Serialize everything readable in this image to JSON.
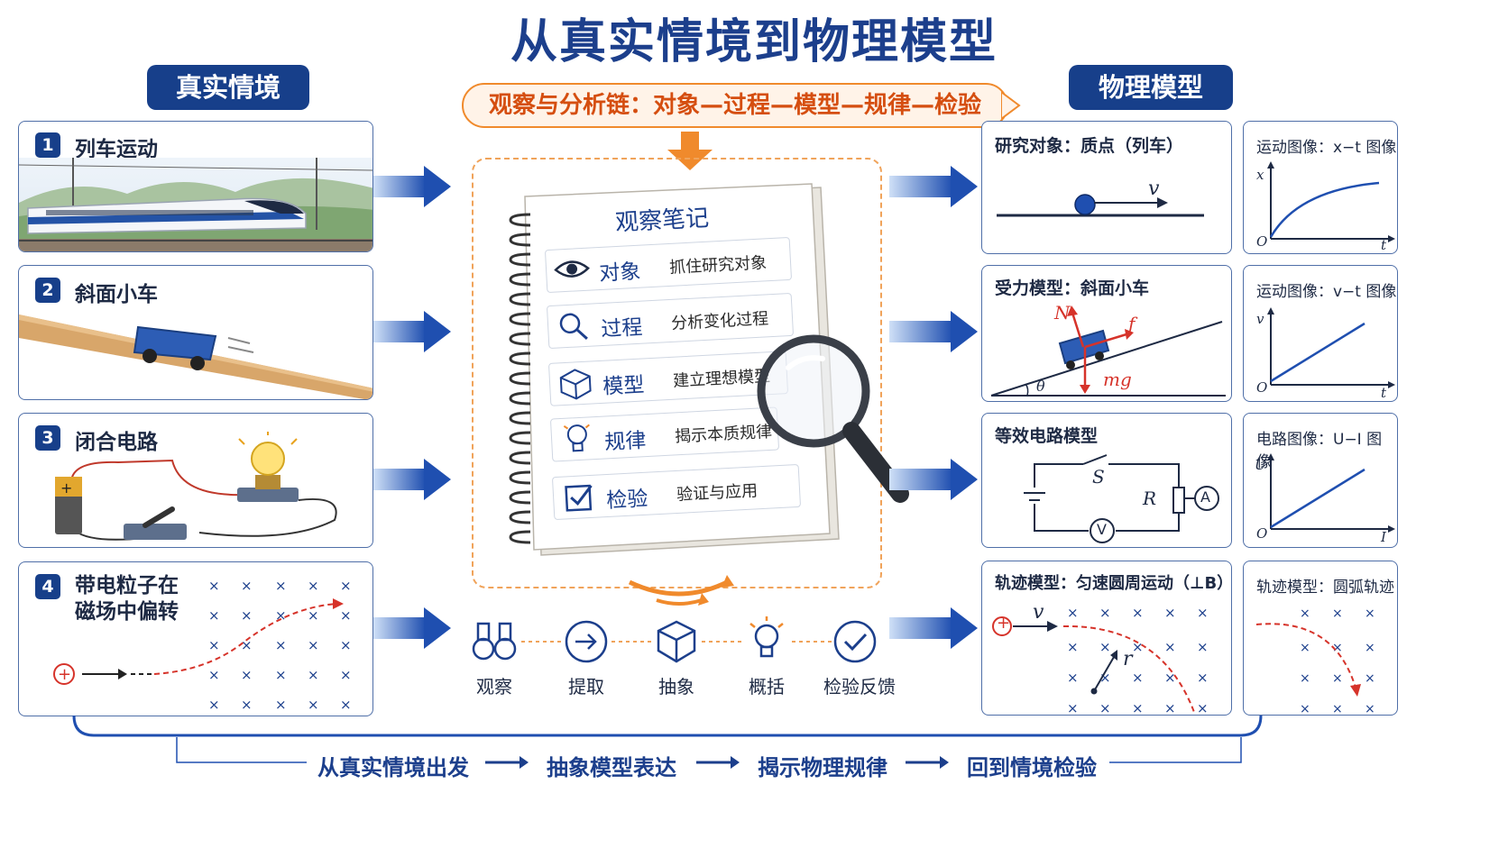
{
  "title": "从真实情境到物理模型",
  "left_header": "真实情境",
  "right_header": "物理模型",
  "chain": "观察与分析链：对象—过程—模型—规律—检验",
  "real_cases": [
    {
      "num": "1",
      "title": "列车运动"
    },
    {
      "num": "2",
      "title": "斜面小车"
    },
    {
      "num": "3",
      "title": "闭合电路"
    },
    {
      "num": "4",
      "title": "带电粒子在磁场中偏转"
    }
  ],
  "notebook": {
    "title": "观察笔记",
    "rows": [
      {
        "icon": "eye-icon",
        "label": "对象",
        "desc": "抓住研究对象"
      },
      {
        "icon": "magnifier-icon",
        "label": "过程",
        "desc": "分析变化过程"
      },
      {
        "icon": "cube-icon",
        "label": "模型",
        "desc": "建立理想模型"
      },
      {
        "icon": "lightbulb-icon",
        "label": "规律",
        "desc": "揭示本质规律"
      },
      {
        "icon": "checkbox-icon",
        "label": "检验",
        "desc": "验证与应用"
      }
    ]
  },
  "steps": [
    {
      "icon": "binoculars-icon",
      "label": "观察"
    },
    {
      "icon": "arrow-circle-icon",
      "label": "提取"
    },
    {
      "icon": "cube-icon",
      "label": "抽象"
    },
    {
      "icon": "lightbulb-icon",
      "label": "概括"
    },
    {
      "icon": "check-circle-icon",
      "label": "检验反馈"
    }
  ],
  "models": [
    {
      "title": "研究对象：质点（列车）",
      "v_label": "v"
    },
    {
      "title": "受力模型：斜面小车",
      "n_label": "N",
      "f_label": "f",
      "mg_label": "mg",
      "theta_label": "θ"
    },
    {
      "title": "等效电路模型",
      "s_label": "S",
      "r_label": "R",
      "a_label": "A",
      "v_label": "V"
    },
    {
      "title": "轨迹模型：匀速圆周运动（⊥B）",
      "v_label": "v",
      "r_label": "r",
      "plus_label": "+"
    }
  ],
  "graphs": [
    {
      "title": "运动图像：x−t 图像",
      "y": "x",
      "x": "t",
      "o": "O"
    },
    {
      "title": "运动图像：v−t 图像",
      "y": "v",
      "x": "t",
      "o": "O"
    },
    {
      "title": "电路图像：U−I 图像",
      "y": "U",
      "x": "I",
      "o": "O"
    },
    {
      "title": "轨迹模型：圆弧轨迹"
    }
  ],
  "flow": [
    "从真实情境出发",
    "抽象模型表达",
    "揭示物理规律",
    "回到情境检验"
  ],
  "colors": {
    "navy": "#173f8a",
    "orange": "#f08a2c",
    "red": "#d6332a",
    "blue_arrow": "#1f4fb0"
  }
}
